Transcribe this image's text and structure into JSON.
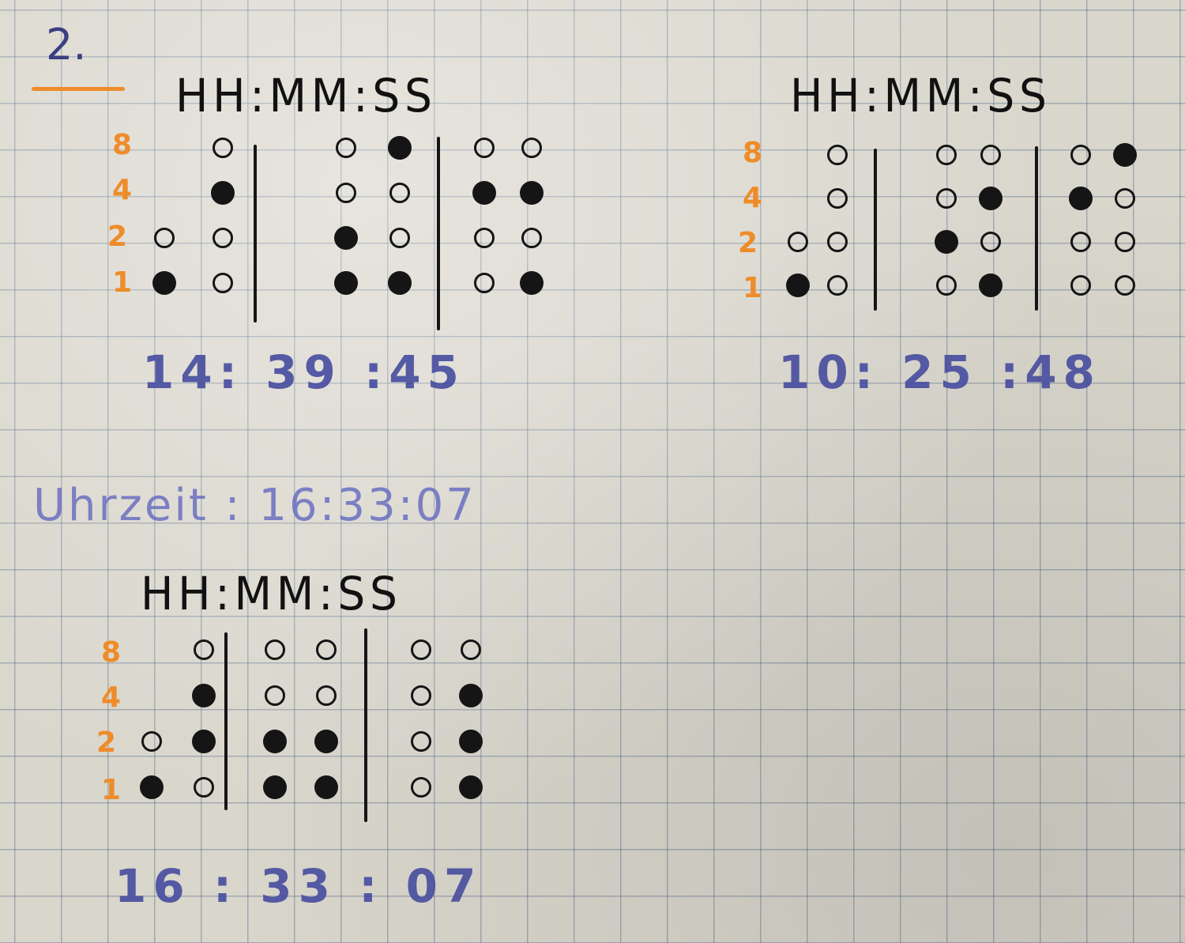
{
  "task": {
    "number": "2.",
    "underline_color": "#ee8c2a"
  },
  "colors": {
    "ink": "#151515",
    "weight_labels": "#ee8c2a",
    "answers": "#4a4fa0"
  },
  "weights": [
    "8",
    "4",
    "2",
    "1"
  ],
  "clocks": [
    {
      "heading": "HH:MM:SS",
      "answer": "14: 39 :45",
      "columns": [
        [
          0,
          0,
          0,
          1
        ],
        [
          0,
          1,
          0,
          0
        ],
        [
          0,
          0,
          1,
          1
        ],
        [
          1,
          0,
          0,
          1
        ],
        [
          0,
          1,
          0,
          0
        ],
        [
          0,
          1,
          0,
          1
        ]
      ]
    },
    {
      "heading": "HH:MM:SS",
      "answer": "10: 25 :48",
      "columns": [
        [
          0,
          0,
          0,
          1
        ],
        [
          0,
          0,
          0,
          0
        ],
        [
          0,
          0,
          1,
          0
        ],
        [
          0,
          1,
          0,
          1
        ],
        [
          0,
          1,
          0,
          0
        ],
        [
          1,
          0,
          0,
          0
        ]
      ]
    },
    {
      "heading": "HH:MM:SS",
      "answer": "16 : 33 : 07",
      "columns": [
        [
          0,
          0,
          0,
          1
        ],
        [
          0,
          1,
          1,
          0
        ],
        [
          0,
          0,
          1,
          1
        ],
        [
          0,
          0,
          1,
          1
        ],
        [
          0,
          0,
          0,
          0
        ],
        [
          0,
          1,
          1,
          1
        ]
      ]
    }
  ],
  "time_note": {
    "text": "Uhrzeit : 16:33:07"
  }
}
